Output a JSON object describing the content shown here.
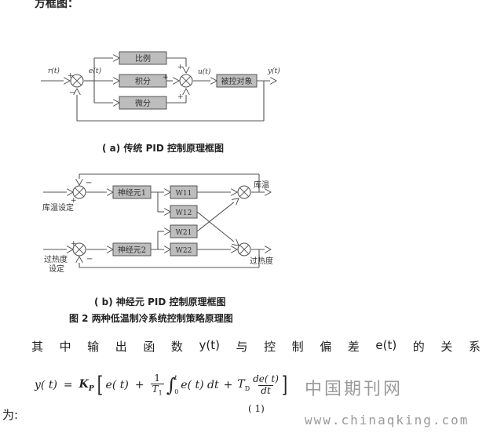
{
  "top_fragment": "方框图：",
  "diagram_a": {
    "r": "r(t)",
    "e": "e(t)",
    "u": "u(t)",
    "y": "y(t)",
    "proportional": "比例",
    "integral": "积分",
    "derivative": "微分",
    "plant": "被控对象",
    "plus": "+",
    "minus": "−",
    "caption": "( a) 传统 PID 控制原理框图"
  },
  "diagram_b": {
    "neuron1": "神经元1",
    "neuron2": "神经元2",
    "w11": "W11",
    "w12": "W12",
    "w21": "W21",
    "w22": "W22",
    "out1": "库温",
    "out2": "过热度",
    "in1": "库温设定",
    "in2_line1": "过热度",
    "in2_line2": "设定",
    "plus": "+",
    "minus": "−",
    "caption": "( b) 神经元 PID 控制原理框图"
  },
  "figure_caption": "图 2   两种低温制冷系统控制策略原理图",
  "body_line": [
    "其",
    "中",
    "输",
    "出",
    "函",
    "数",
    "y(t)",
    "与",
    "控",
    "制",
    "偏",
    "差",
    "e(t)",
    "的",
    "关",
    "系"
  ],
  "wei": "为:",
  "equation": {
    "lhs": "y( t)",
    "eq": "=",
    "kp": "K",
    "kp_sub": "P",
    "term1": "e( t)",
    "plus": "+",
    "frac_num": "1",
    "frac_den": "T",
    "frac_den_sub": "1",
    "int_upper": "t",
    "int_lower": "0",
    "integrand": "e( t) dt",
    "td": "T",
    "td_sub": "D",
    "deriv_num": "de( t)",
    "deriv_den": "dt",
    "number": "( 1)"
  },
  "watermark_cn": "中国期刊网",
  "watermark_url": "www.chinaqking.com"
}
